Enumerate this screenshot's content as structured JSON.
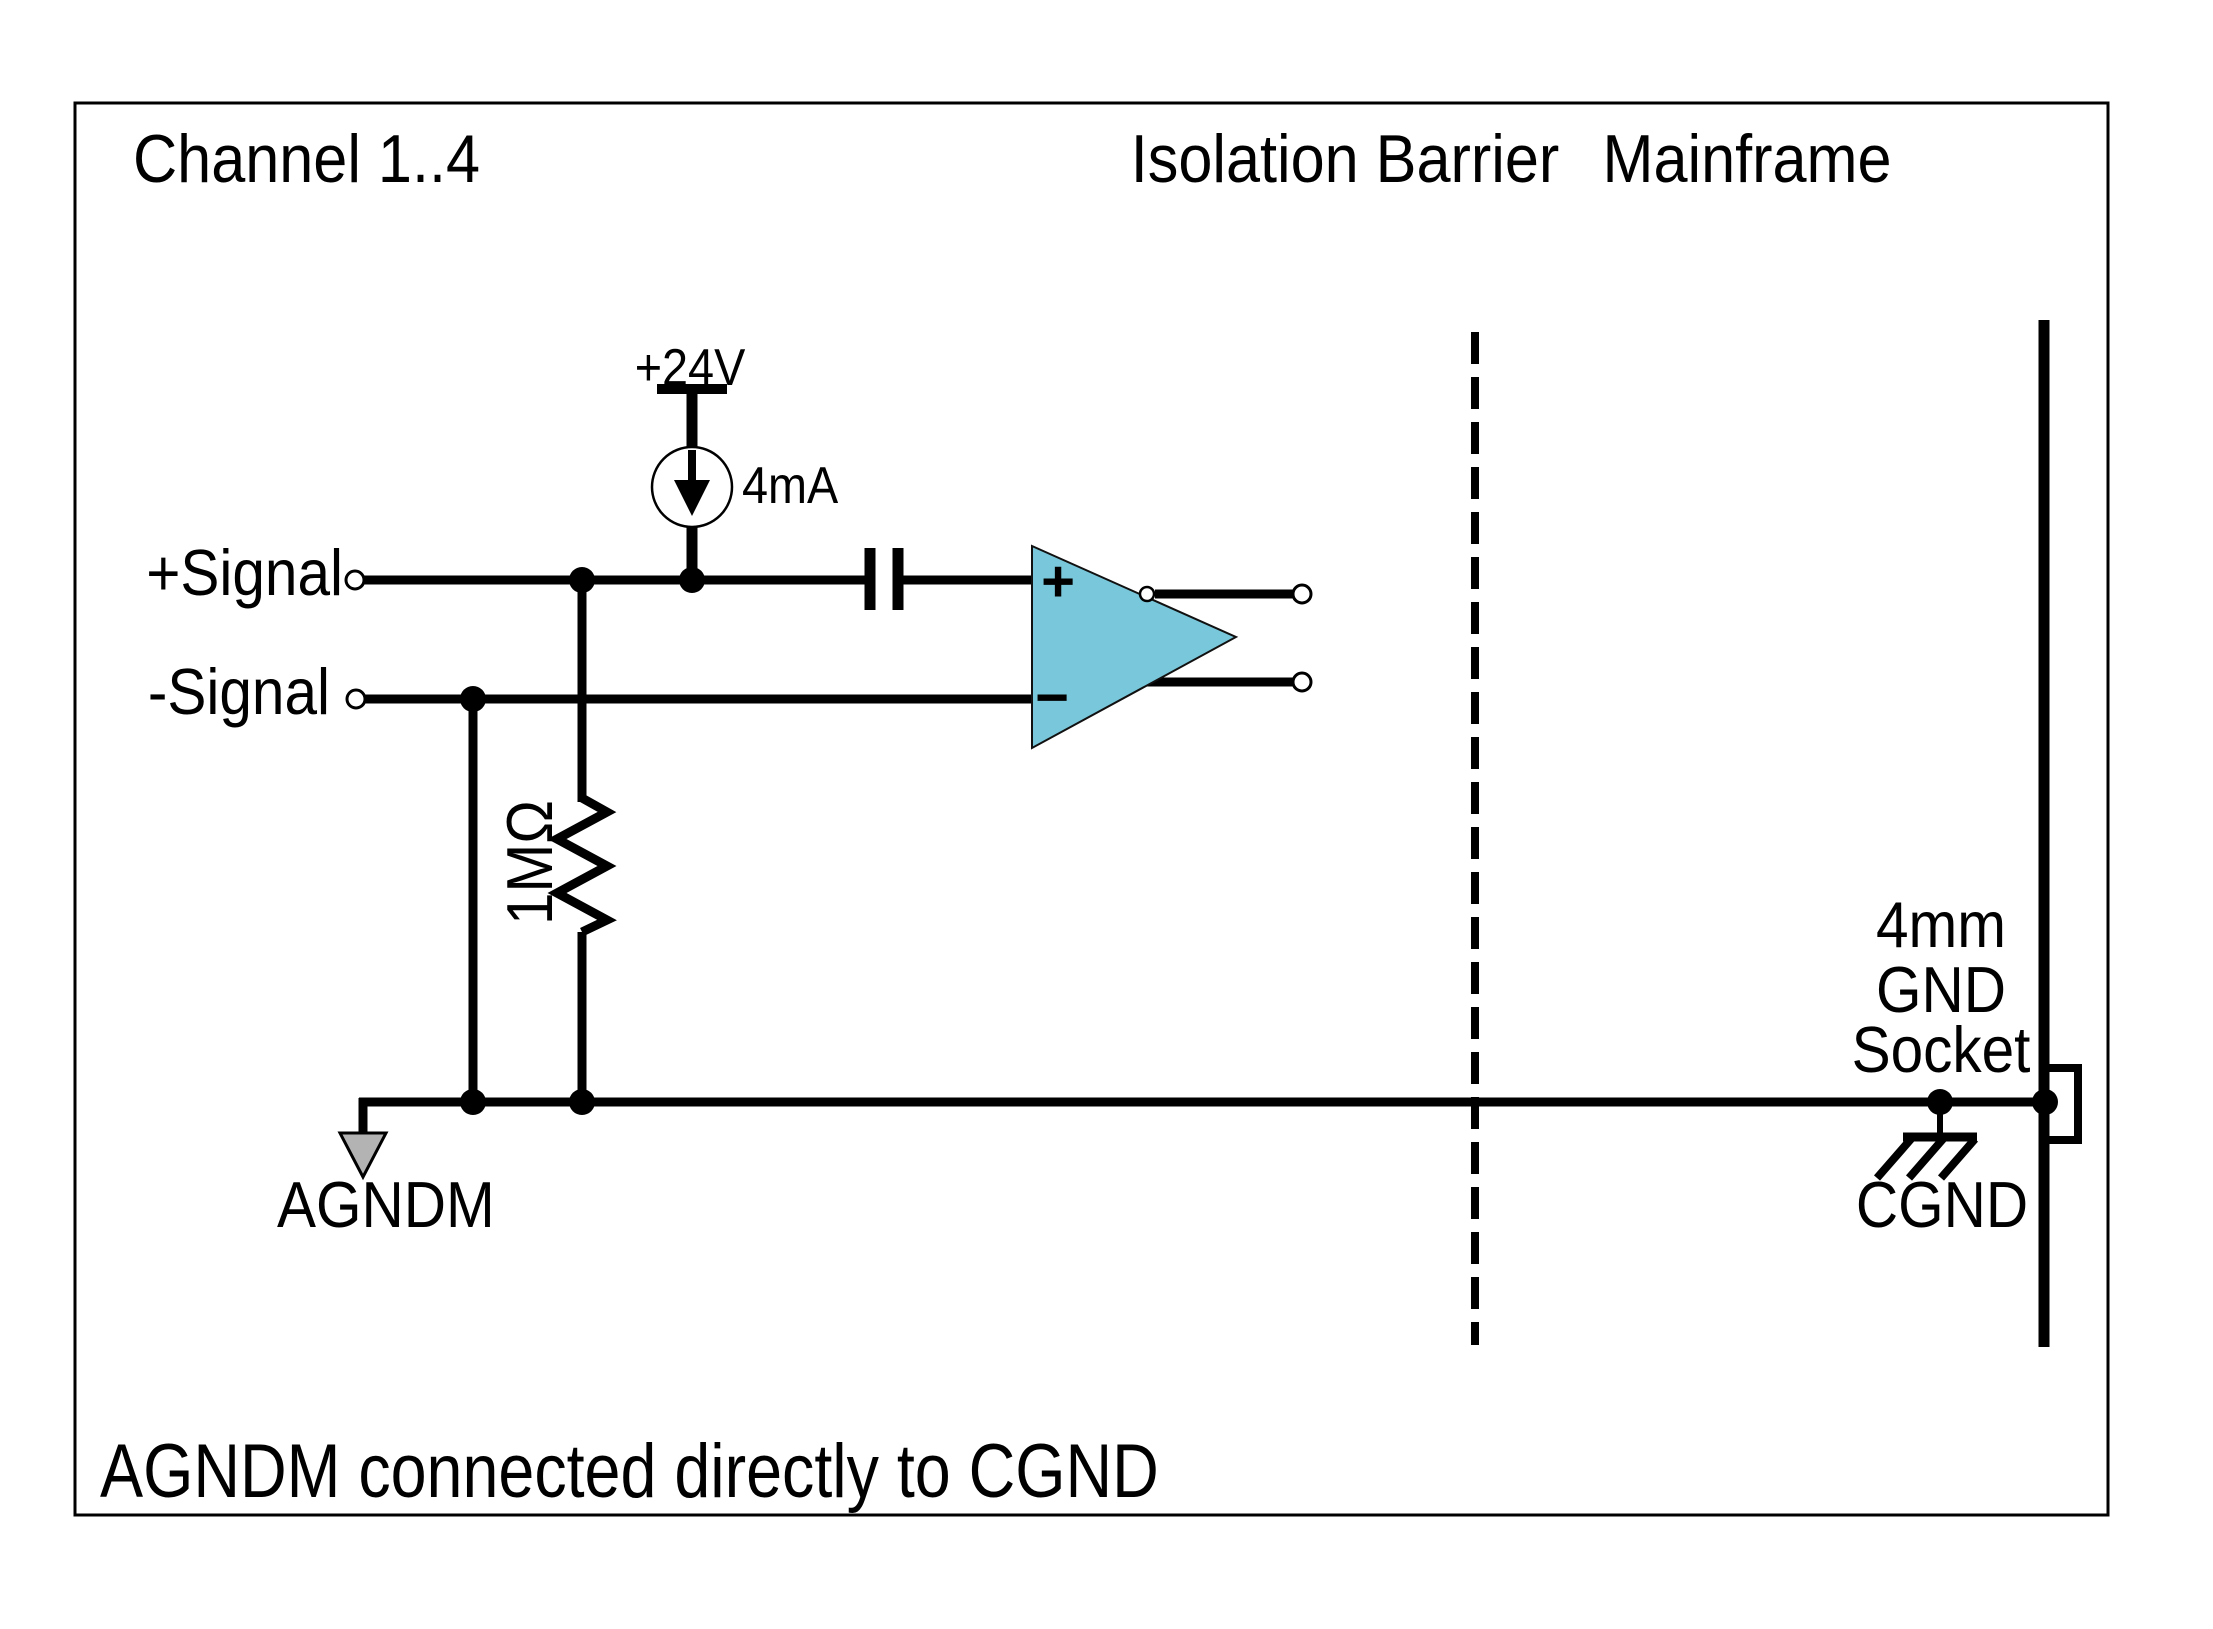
{
  "frame": {
    "title": "Channel 1..4",
    "barrier_label": "Isolation Barrier",
    "mainframe_label": "Mainframe",
    "footnote": "AGNDM connected directly to CGND"
  },
  "circuit": {
    "supply": {
      "voltage": "+24V"
    },
    "current_source": {
      "value": "4mA"
    },
    "inputs": {
      "plus": "+Signal",
      "minus": "-Signal"
    },
    "resistor": {
      "value": "1MΩ"
    },
    "opamp": {
      "plus": "+",
      "minus": "−"
    },
    "grounds": {
      "analog": "AGNDM",
      "chassis": "CGND"
    },
    "socket": {
      "line1": "4mm",
      "line2": "GND",
      "line3": "Socket"
    }
  },
  "colors": {
    "wire": "#000000",
    "background": "#ffffff",
    "opamp_fill": "#79C7DA",
    "ground_fill": "#B3B3B3"
  }
}
